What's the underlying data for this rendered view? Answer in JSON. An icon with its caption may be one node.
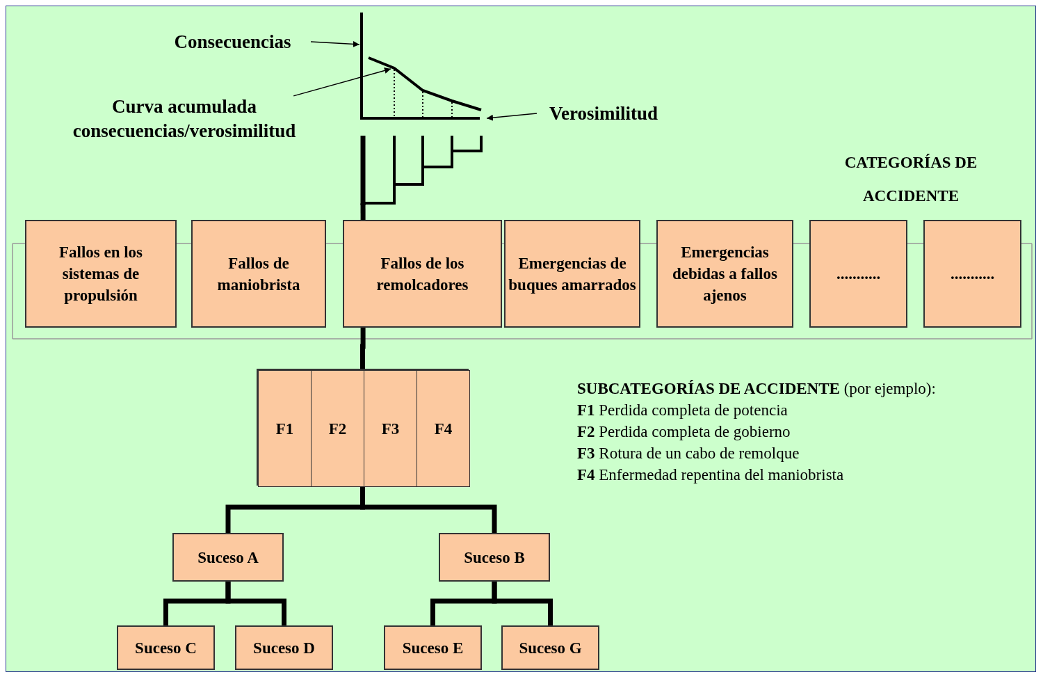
{
  "diagram": {
    "nodes": [
      {
        "text": [
          "Consecuencias"
        ]
      },
      {
        "text": [
          "Curva acumulada consecuencias/verosimilitud"
        ]
      },
      {
        "text": [
          "Verosimilitud"
        ]
      },
      {
        "text": [],
        "shape": "picture"
      },
      {
        "text": [
          "Fallos en los sistemas de propulsión"
        ]
      },
      {
        "text": [
          "Fallos de maniobrista"
        ]
      },
      {
        "text": [
          "Fallos de los remolcadores"
        ]
      },
      {
        "text": [
          "Emergencias de buques amarrados"
        ]
      },
      {
        "text": [
          "Emergencias debidas a fallos ajenos"
        ]
      },
      {
        "text": [
          "..........."
        ]
      },
      {
        "text": [
          "..........."
        ]
      },
      {
        "text": [],
        "shape": "box"
      },
      {
        "text": [
          "F1"
        ],
        "in": 11
      },
      {
        "text": [
          "F2"
        ],
        "in": 11
      },
      {
        "text": [
          "F3"
        ],
        "in": 11
      },
      {
        "text": [
          "F4"
        ],
        "in": 11
      },
      {
        "text": [
          "Suceso A"
        ]
      },
      {
        "text": [
          "Suceso B"
        ]
      },
      {
        "text": [
          "Suceso C"
        ]
      },
      {
        "text": [
          "Suceso D"
        ]
      },
      {
        "text": [
          "Suceso E"
        ]
      },
      {
        "text": [
          "Suceso G"
        ]
      }
    ],
    "edges": [
      {
        "from": 0,
        "to": 3,
        "arrow": "to"
      },
      {
        "from": 1,
        "to": 3,
        "arrow": "to"
      },
      {
        "from": 2,
        "to": 3,
        "arrow": "to"
      },
      {
        "from": 3,
        "to": 6,
        "arrow": "none"
      },
      {
        "from": 6,
        "to": 11,
        "arrow": "none"
      },
      {
        "from": 11,
        "to": 16,
        "arrow": "none"
      },
      {
        "from": 11,
        "to": 17,
        "arrow": "none"
      },
      {
        "from": 16,
        "to": 18,
        "arrow": "none"
      },
      {
        "from": 16,
        "to": 19,
        "arrow": "none"
      },
      {
        "from": 17,
        "to": 20,
        "arrow": "none"
      },
      {
        "from": 17,
        "to": 21,
        "arrow": "none"
      }
    ],
    "labels": [
      "CATEGORÍAS DE ACCIDENTE",
      "**SUBCATEGORÍAS DE ACCIDENTE** (por ejemplo):",
      "**F1** Perdida completa de potencia",
      "**F2** Perdida completa de gobierno",
      "**F3** Rotura de un cabo de remolque",
      "**F4** Enfermedad repentina del maniobrista"
    ]
  }
}
